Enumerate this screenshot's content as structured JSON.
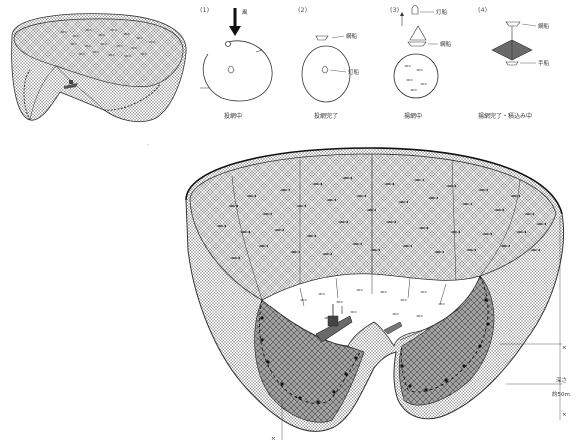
{
  "steps": [
    {
      "number": "(1)",
      "caption": "投網中",
      "labels": {
        "wind_marker": "風"
      }
    },
    {
      "number": "(2)",
      "caption": "投網完了",
      "labels": {
        "net_boat": "網船",
        "light_boat": "灯船"
      }
    },
    {
      "number": "(3)",
      "caption": "揚網中",
      "labels": {
        "light_boat": "灯船",
        "net_boat": "網船"
      }
    },
    {
      "number": "(4)",
      "caption": "揚網完了・積込み中",
      "labels": {
        "net_boat": "網船",
        "hand_boat": "手船"
      }
    }
  ],
  "main_diagram": {
    "side_label_1": "深さ",
    "side_label_2": "約50m",
    "edge_marks": [
      "×",
      "×",
      "×"
    ]
  },
  "colors": {
    "ink": "#333333",
    "paper": "#ffffff",
    "hull": "#6a6a6a"
  }
}
